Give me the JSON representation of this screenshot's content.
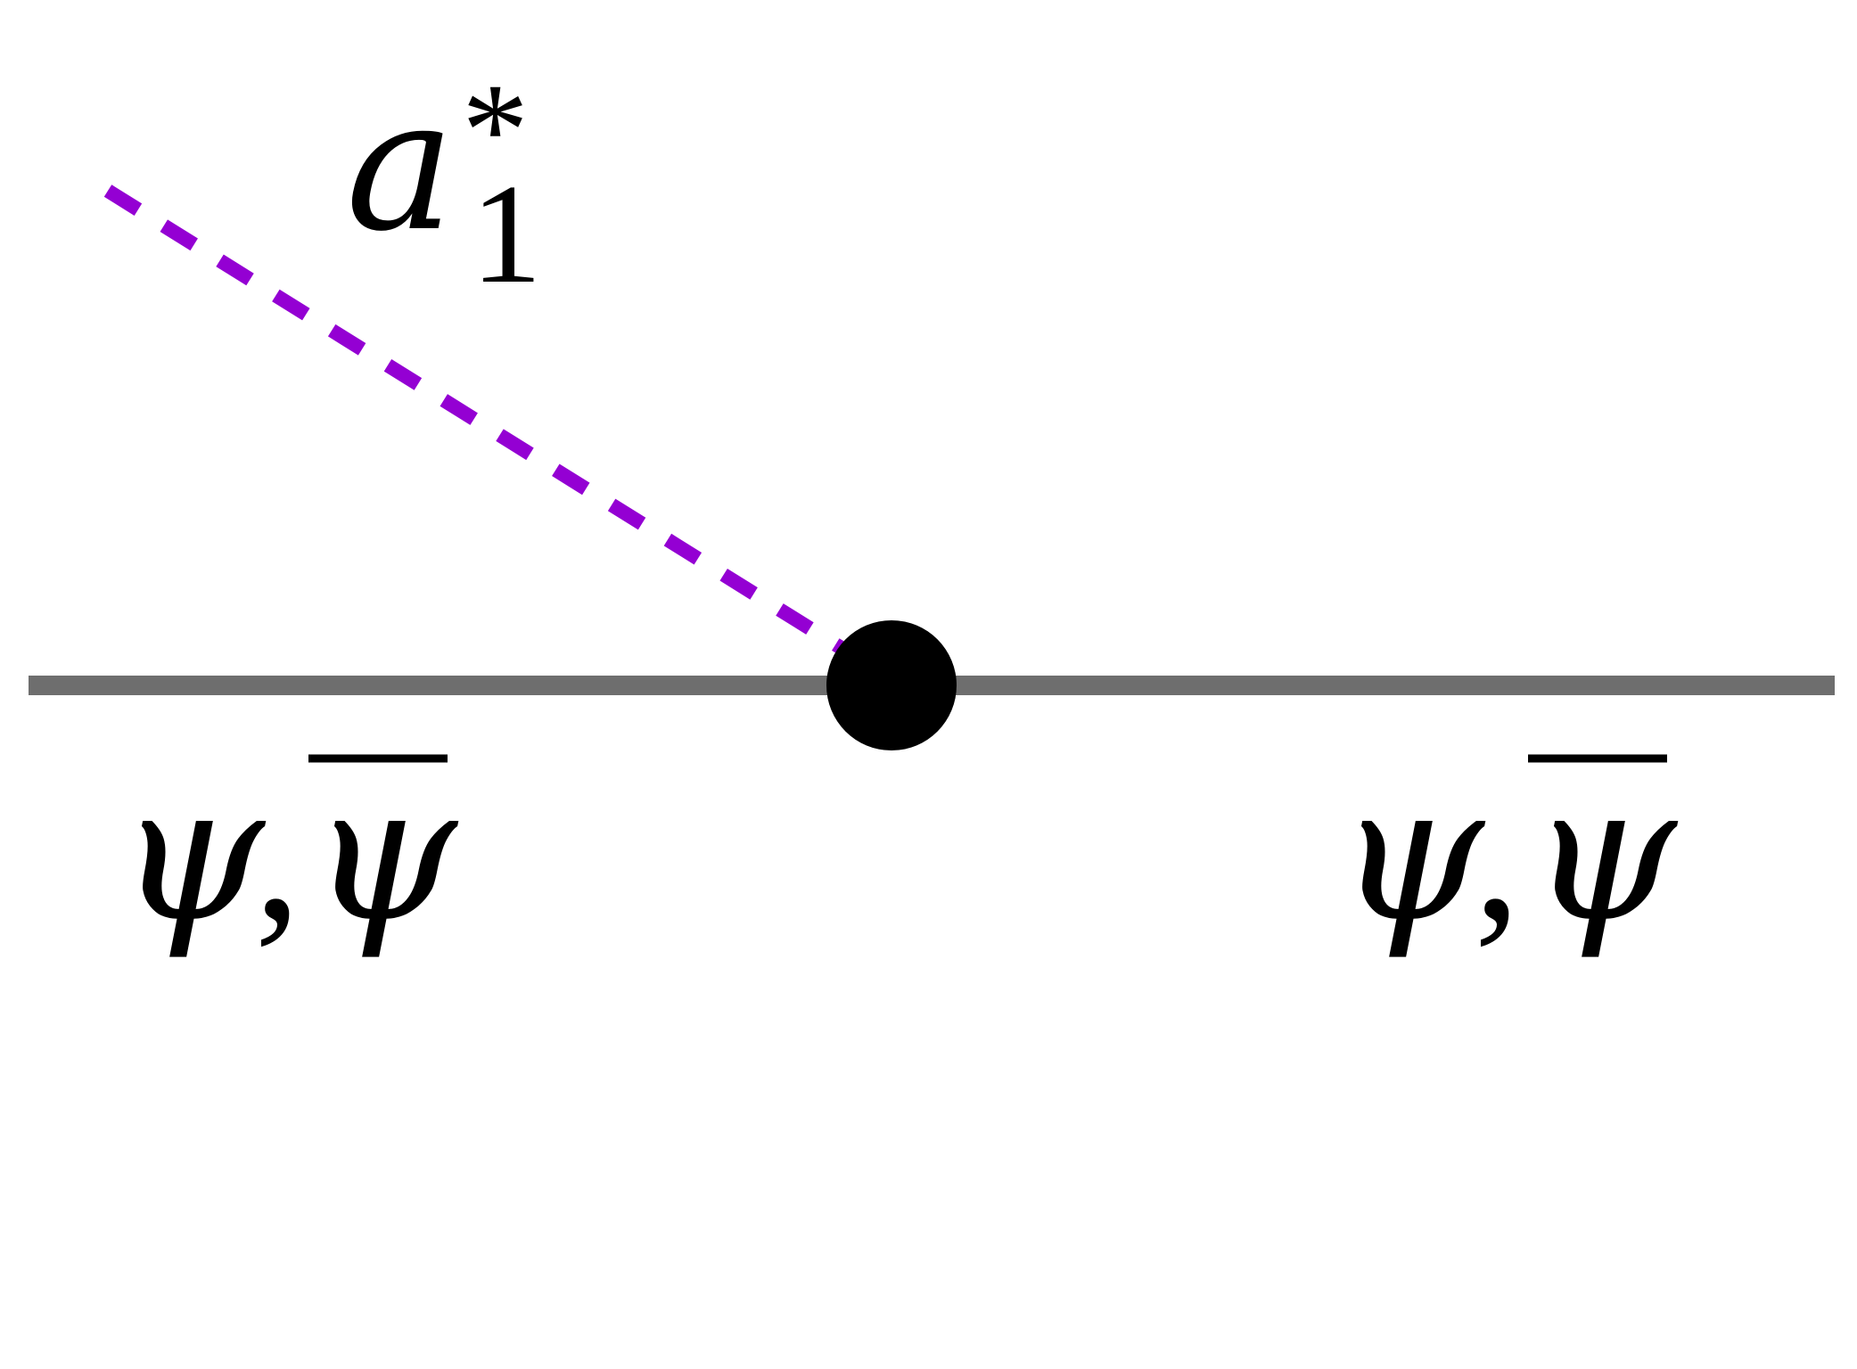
{
  "diagram": {
    "boson_label": {
      "base": "a",
      "subscript": "1",
      "superscript": "*"
    },
    "fermion_label_left": {
      "psi": "ψ",
      "comma": ",",
      "psi_bar": "ψ"
    },
    "fermion_label_right": {
      "psi": "ψ",
      "comma": ",",
      "psi_bar": "ψ"
    },
    "colors": {
      "boson_line": "#9400D3",
      "fermion_line": "#6E6E6E",
      "vertex": "#000000",
      "text": "#000000"
    }
  }
}
